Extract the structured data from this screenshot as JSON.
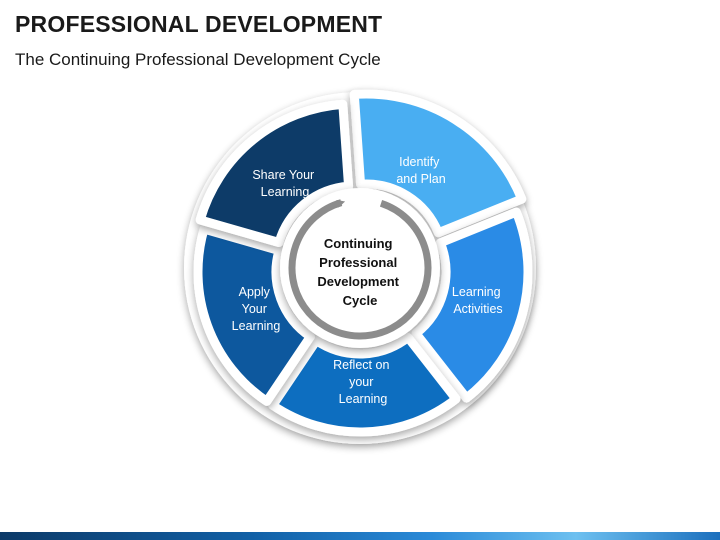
{
  "header": {
    "title": "PROFESSIONAL DEVELOPMENT",
    "subtitle": "The Continuing Professional Development Cycle"
  },
  "cycle": {
    "center": {
      "lines": [
        "Continuing",
        "Professional",
        "Development",
        "Cycle"
      ]
    },
    "segments": [
      {
        "id": "identify",
        "lines": [
          "Identify",
          "and Plan"
        ],
        "color": "#49aef2"
      },
      {
        "id": "activities",
        "lines": [
          "Learning",
          "Activities"
        ],
        "color": "#2b8be6"
      },
      {
        "id": "reflect",
        "lines": [
          "Reflect on",
          "your",
          "Learning"
        ],
        "color": "#0f6ec0"
      },
      {
        "id": "apply",
        "lines": [
          "Apply",
          "Your",
          "Learning"
        ],
        "color": "#0c589e"
      },
      {
        "id": "share",
        "lines": [
          "Share Your",
          "Learning"
        ],
        "color": "#083a68"
      }
    ],
    "ring_color": "#8c8c8c",
    "border_color": "#ffffff"
  }
}
